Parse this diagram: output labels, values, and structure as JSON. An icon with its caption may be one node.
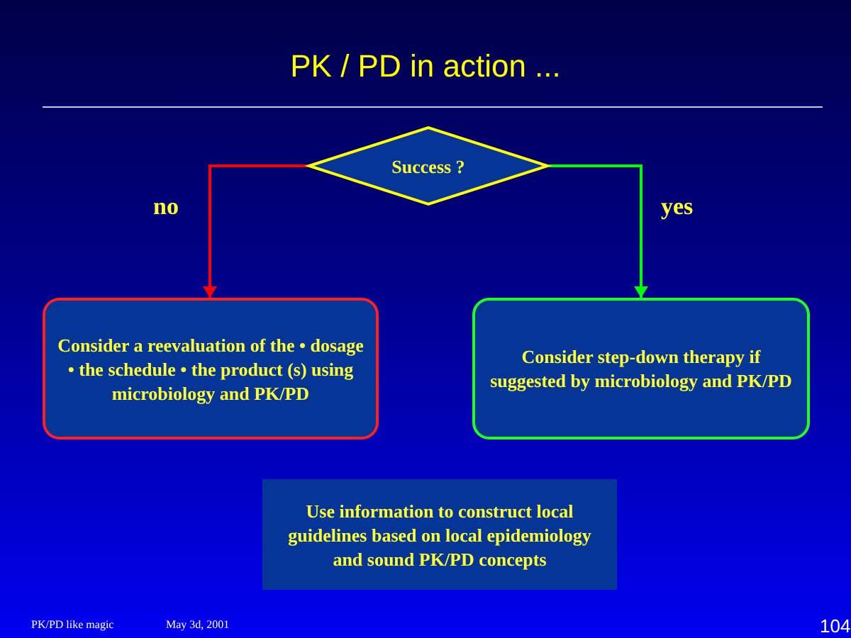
{
  "diagram": {
    "title": "PK / PD in action ...",
    "nodes": [
      {
        "text": [
          "Success ?"
        ]
      },
      {
        "text": [
          "Consider a reevaluation of the • dosage • the schedule • the product (s) using microbiology and PK/PD"
        ]
      },
      {
        "text": [
          "Consider step-down therapy if suggested by microbiology and PK/PD"
        ]
      },
      {
        "text": [
          "Use information to construct local guidelines based on local epidemiology and sound PK/PD concepts"
        ]
      }
    ],
    "edges": [
      {
        "from": 0,
        "to": 1,
        "arrow": "to",
        "label": "no",
        "color": "#ff0000"
      },
      {
        "from": 0,
        "to": 2,
        "arrow": "to",
        "label": "yes",
        "color": "#00ff00"
      }
    ],
    "labels": [
      "PK/PD like magic",
      "May 3d, 2001",
      "104"
    ]
  }
}
